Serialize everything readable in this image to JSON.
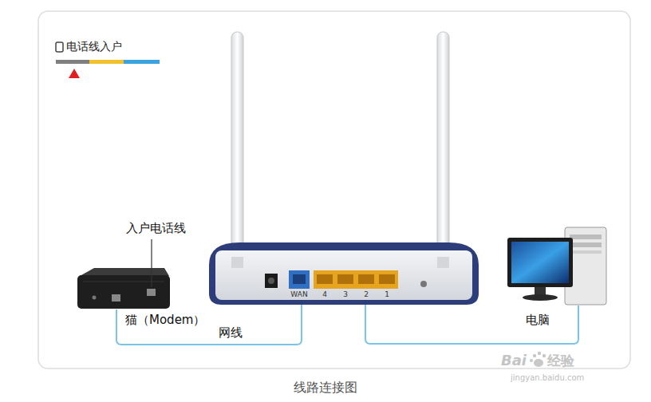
{
  "diagram": {
    "caption": "线路连接图",
    "nodes": [
      {
        "text": [
          "猫（Modem）"
        ]
      },
      {
        "text": [
          "WAN",
          "4",
          "3",
          "2",
          "1"
        ]
      },
      {
        "text": [
          "电脑"
        ]
      }
    ],
    "edges": [
      {
        "from": 0,
        "to": 1,
        "arrow": "none",
        "label": "网线"
      },
      {
        "from": 1,
        "to": 2,
        "arrow": "none"
      }
    ],
    "labels": [
      "电话线入户",
      "入户电话线",
      "Bai",
      "经验",
      "jingyan.baidu.com"
    ]
  }
}
